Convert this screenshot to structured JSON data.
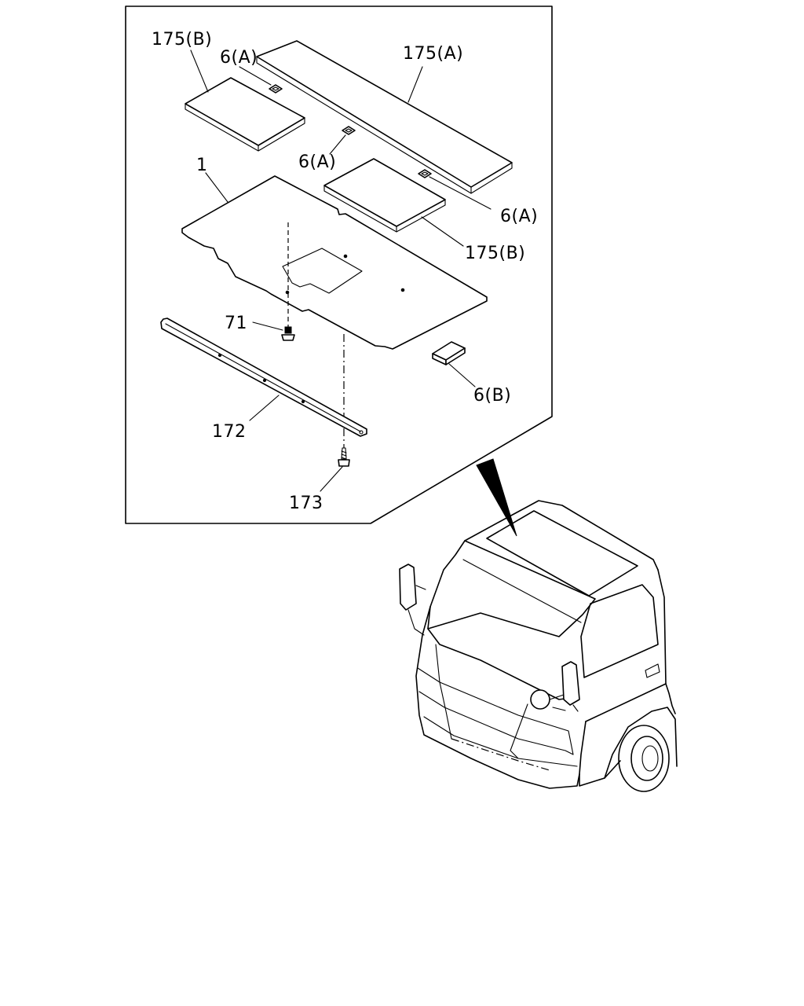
{
  "callouts": {
    "part_175b_top": "175(B)",
    "part_6a_top": "6(A)",
    "part_175a": "175(A)",
    "part_6a_mid": "6(A)",
    "part_1": "1",
    "part_6a_right": "6(A)",
    "part_175b_right": "175(B)",
    "part_71": "71",
    "part_6b": "6(B)",
    "part_172": "172",
    "part_173": "173"
  }
}
